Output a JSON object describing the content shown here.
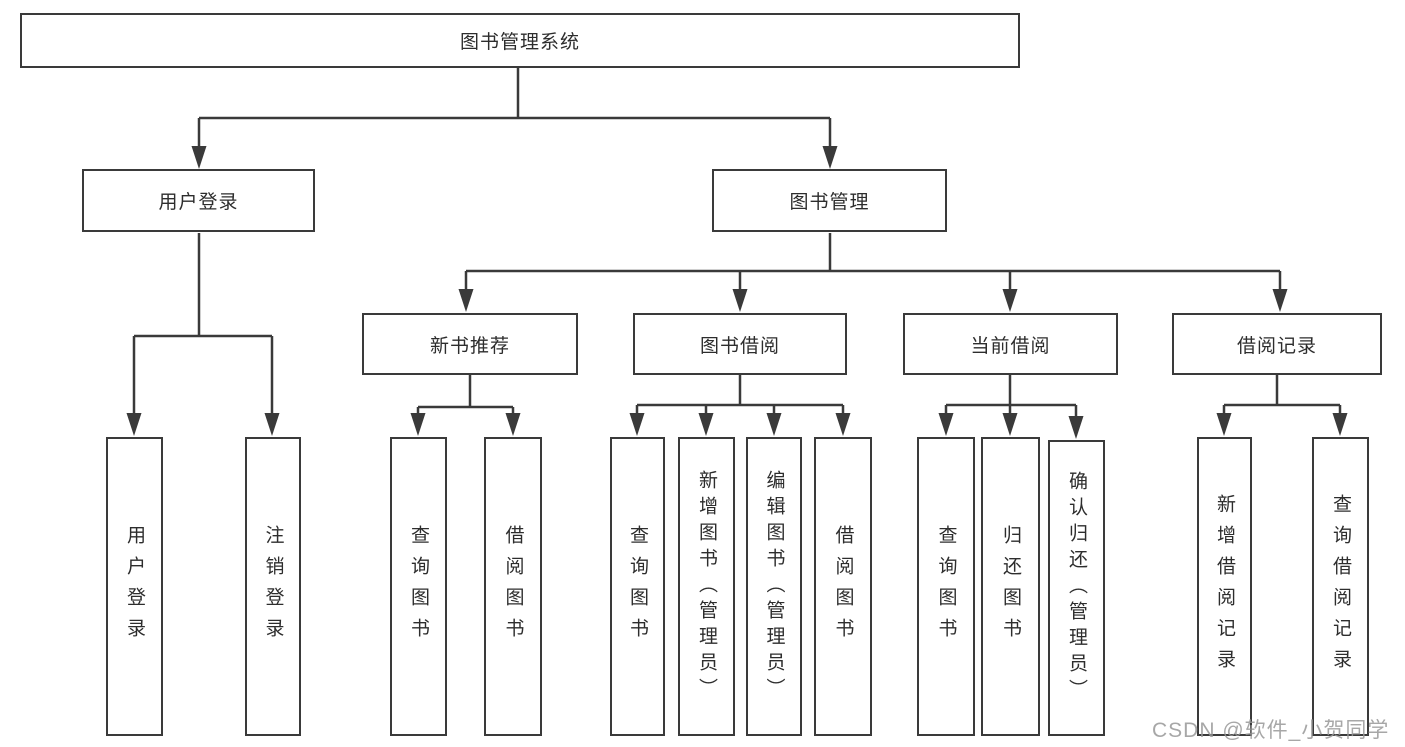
{
  "title": "图书管理系统",
  "tree": {
    "label": "图书管理系统",
    "children": [
      {
        "label": "用户登录",
        "children": [
          {
            "label": "用户登录"
          },
          {
            "label": "注销登录"
          }
        ]
      },
      {
        "label": "图书管理",
        "children": [
          {
            "label": "新书推荐",
            "children": [
              {
                "label": "查询图书"
              },
              {
                "label": "借阅图书"
              }
            ]
          },
          {
            "label": "图书借阅",
            "children": [
              {
                "label": "查询图书"
              },
              {
                "label": "新增图书（管理员）"
              },
              {
                "label": "编辑图书（管理员）"
              },
              {
                "label": "借阅图书"
              }
            ]
          },
          {
            "label": "当前借阅",
            "children": [
              {
                "label": "查询图书"
              },
              {
                "label": "归还图书"
              },
              {
                "label": "确认归还（管理员）"
              }
            ]
          },
          {
            "label": "借阅记录",
            "children": [
              {
                "label": "新增借阅记录"
              },
              {
                "label": "查询借阅记录"
              }
            ]
          }
        ]
      }
    ]
  },
  "watermark": "CSDN @软件_小贺同学",
  "colors": {
    "line": "#3a3a3a",
    "box_border": "#3a3a3a",
    "box_fill": "#ffffff",
    "text": "#2d2d2d",
    "watermark": "#989898",
    "background": "#ffffff"
  }
}
